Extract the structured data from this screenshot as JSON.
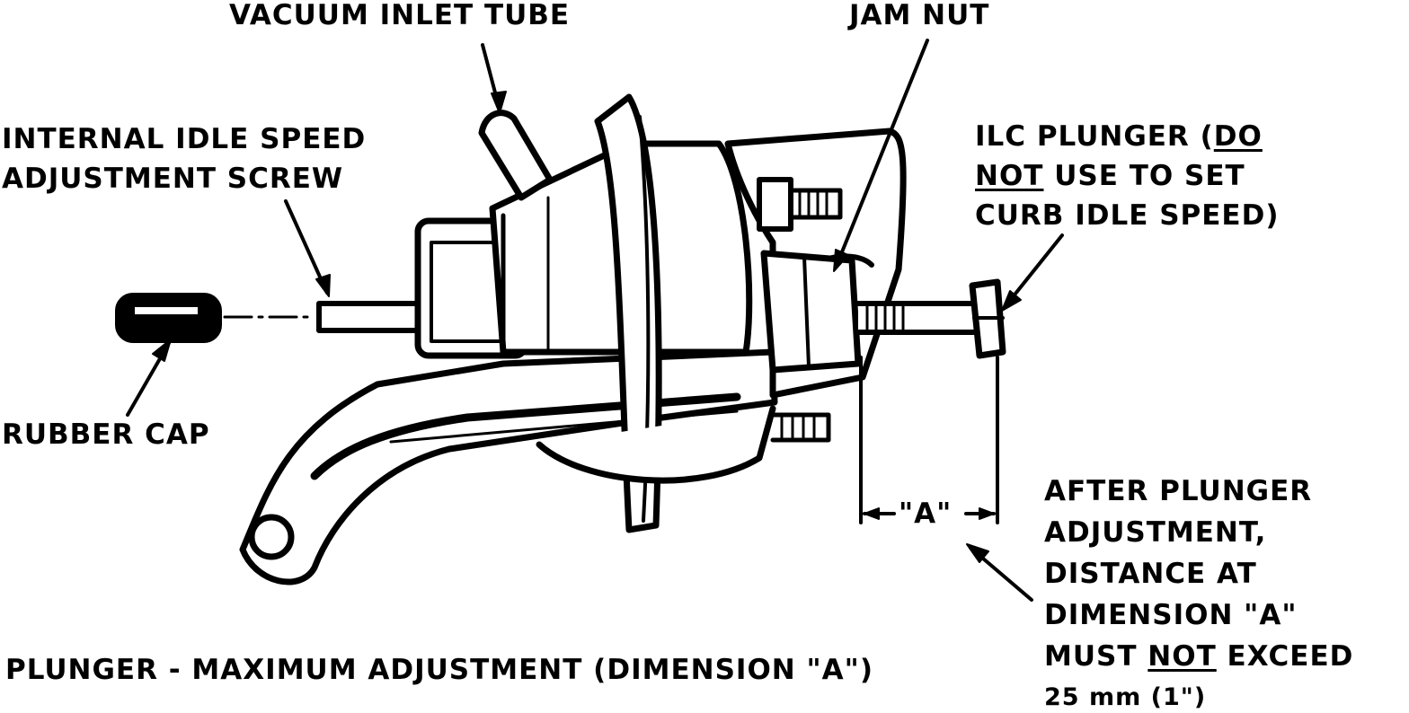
{
  "labels": {
    "vacuum_inlet_tube": "VACUUM INLET TUBE",
    "jam_nut": "JAM NUT",
    "idle_screw_line1": "INTERNAL IDLE SPEED",
    "idle_screw_line2": "ADJUSTMENT SCREW",
    "ilc_line1_a": "ILC PLUNGER (",
    "ilc_line1_b": "DO",
    "ilc_line2_a": "NOT",
    "ilc_line2_b": " USE TO SET",
    "ilc_line3": "CURB IDLE SPEED)",
    "rubber_cap": "RUBBER CAP",
    "dimension_a": "\"A\"",
    "after_line1": "AFTER PLUNGER",
    "after_line2": "ADJUSTMENT,",
    "after_line3": "DISTANCE AT",
    "after_line4": "DIMENSION \"A\"",
    "after_line5_a": "MUST ",
    "after_line5_b": "NOT",
    "after_line5_c": " EXCEED",
    "after_line6": "25 mm (1\")",
    "caption": "PLUNGER - MAXIMUM ADJUSTMENT (DIMENSION \"A\")"
  }
}
